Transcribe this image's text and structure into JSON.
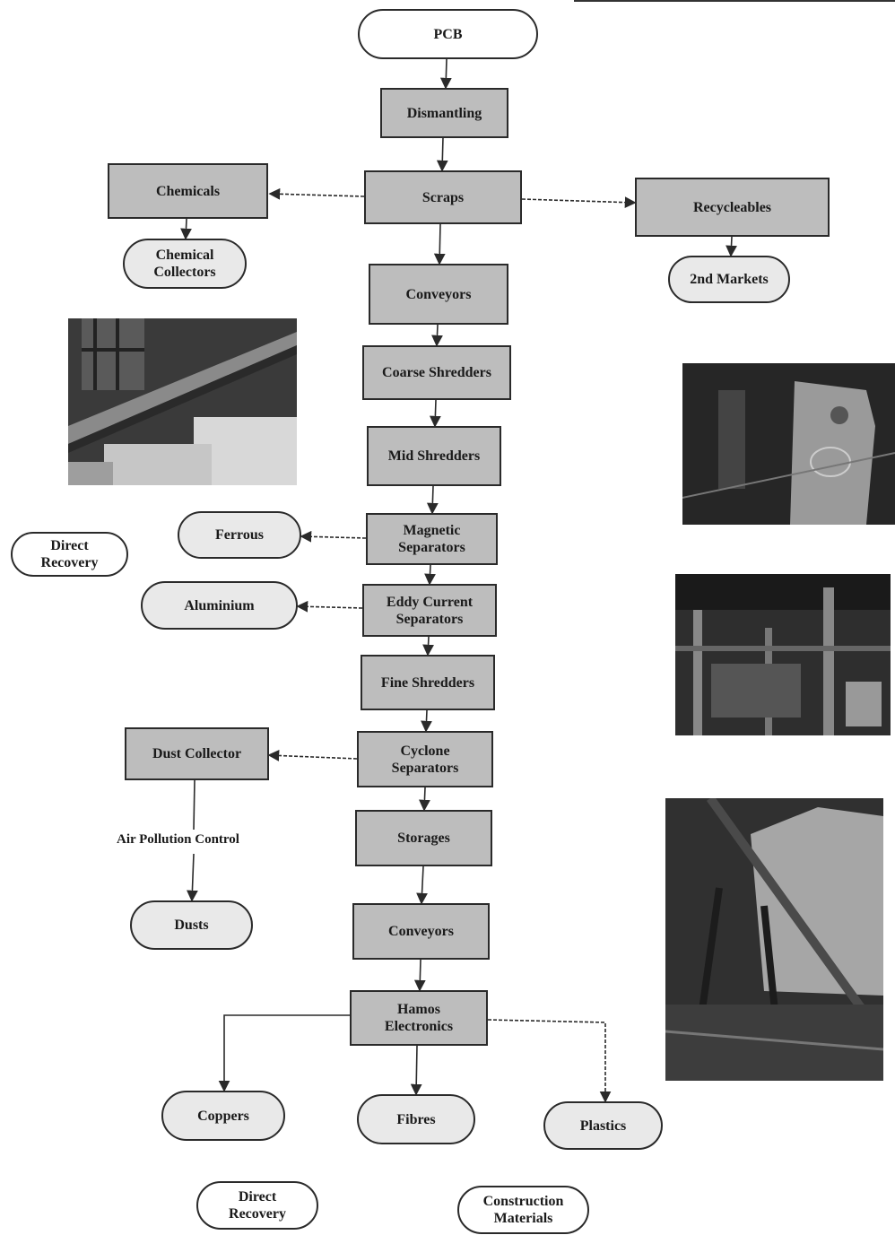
{
  "nodes": {
    "pcb": "PCB",
    "dismantling": "Dismantling",
    "scraps": "Scraps",
    "chemicals": "Chemicals",
    "chemical_collectors": "Chemical\nCollectors",
    "recyclables": "Recycleables",
    "second_markets": "2nd Markets",
    "conveyors_1": "Conveyors",
    "coarse_shredders": "Coarse Shredders",
    "mid_shredders": "Mid Shredders",
    "magnetic_separators": "Magnetic\nSeparators",
    "ferrous": "Ferrous",
    "direct_recovery_1": "Direct\nRecovery",
    "eddy_current_separators": "Eddy Current\nSeparators",
    "aluminium": "Aluminium",
    "fine_shredders": "Fine Shredders",
    "cyclone_separators": "Cyclone\nSeparators",
    "dust_collector": "Dust Collector",
    "air_pollution_control": "Air Pollution Control",
    "dusts": "Dusts",
    "storages": "Storages",
    "conveyors_2": "Conveyors",
    "hamos_electronics": "Hamos\nElectronics",
    "coppers": "Coppers",
    "fibres": "Fibres",
    "plastics": "Plastics",
    "direct_recovery_2": "Direct\nRecovery",
    "construction_materials": "Construction\nMaterials"
  },
  "colors": {
    "process_fill": "#bdbdbd",
    "output_fill": "#e9e9e9",
    "stroke": "#2a2a2a",
    "photo_dark": "#2b2b2b"
  }
}
